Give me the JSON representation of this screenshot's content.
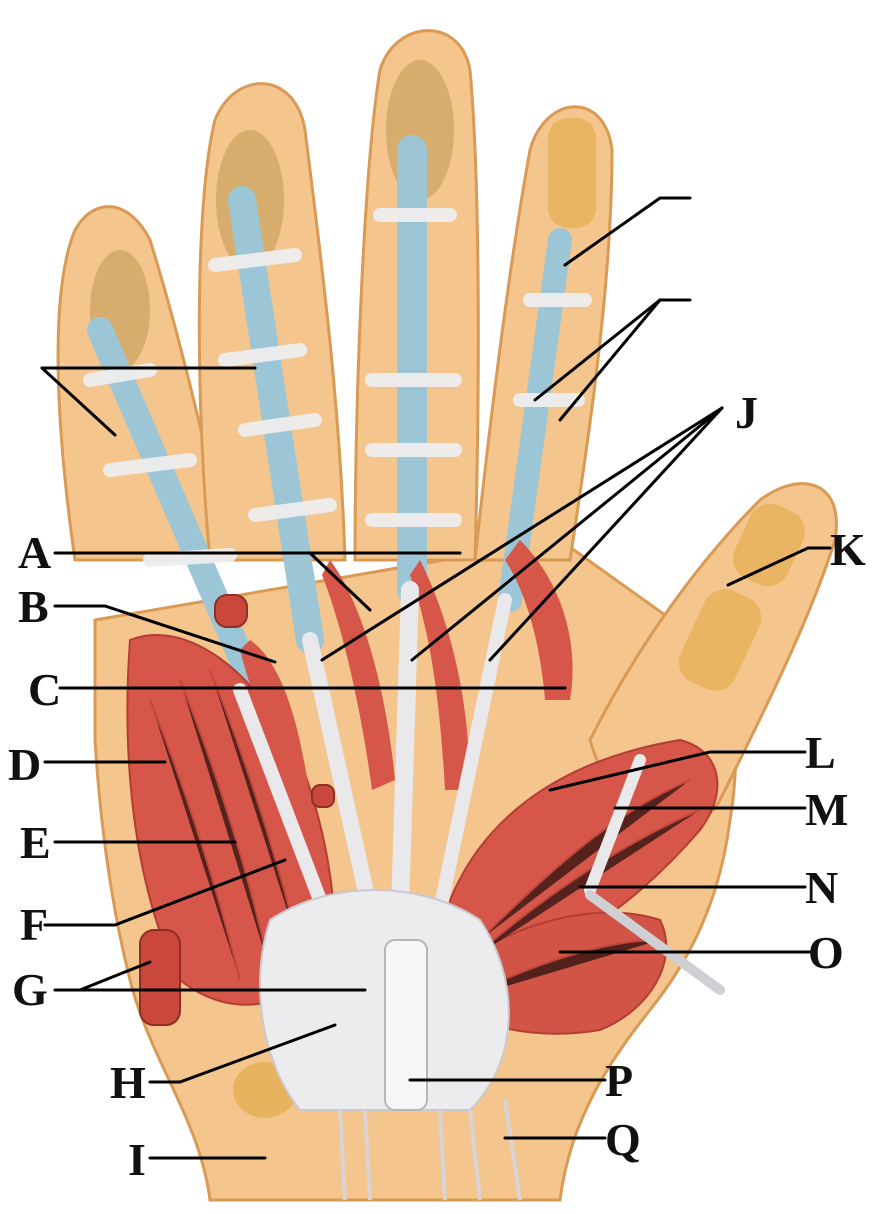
{
  "diagram": {
    "colors": {
      "skin": "#f4c58c",
      "skin_edge": "#d99a55",
      "muscle": "#d6574a",
      "muscle_dark": "#b43d33",
      "tendon": "#e9e9ec",
      "sheath": "#9cc6d6",
      "bone": "#e8b35e",
      "label": "#111111"
    },
    "labels": {
      "A": "A",
      "B": "B",
      "C": "C",
      "D": "D",
      "E": "E",
      "F": "F",
      "G": "G",
      "H": "H",
      "I": "I",
      "J": "J",
      "K": "K",
      "L": "L",
      "M": "M",
      "N": "N",
      "O": "O",
      "P": "P",
      "Q": "Q"
    }
  }
}
